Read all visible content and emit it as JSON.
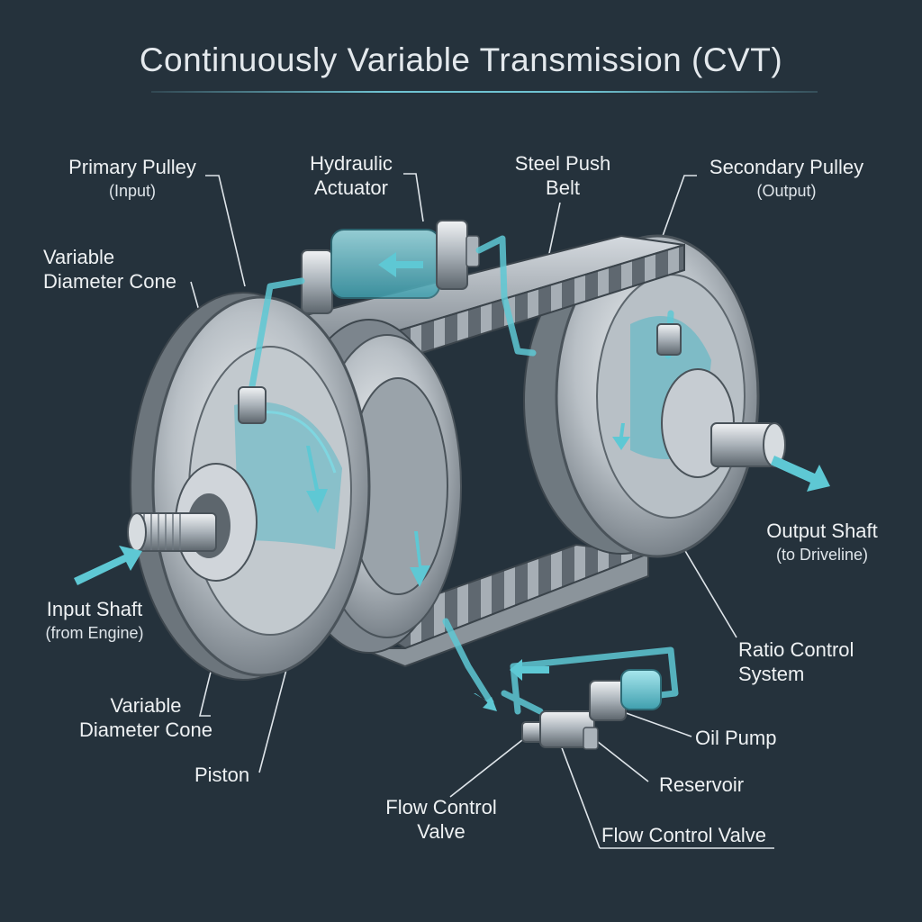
{
  "title": "Continuously Variable Transmission (CVT)",
  "labels": {
    "primary_pulley": {
      "line1": "Primary Pulley",
      "line2": "(Input)"
    },
    "hydraulic_actuator": {
      "line1": "Hydraulic",
      "line2": "Actuator"
    },
    "steel_push_belt": {
      "line1": "Steel Push",
      "line2": "Belt"
    },
    "secondary_pulley": {
      "line1": "Secondary Pulley",
      "line2": "(Output)"
    },
    "variable_cone_top": {
      "line1": "Variable",
      "line2": "Diameter Cone"
    },
    "input_shaft": {
      "line1": "Input Shaft",
      "line2": "(from Engine)"
    },
    "variable_cone_bottom": {
      "line1": "Variable",
      "line2": "Diameter Cone"
    },
    "piston": "Piston",
    "output_shaft": {
      "line1": "Output Shaft",
      "line2": "(to Driveline)"
    },
    "ratio_control": {
      "line1": "Ratio Control",
      "line2": "System"
    },
    "oil_pump": "Oil Pump",
    "reservoir": "Reservoir",
    "flow_valve_left": {
      "line1": "Flow Control",
      "line2": "Valve"
    },
    "flow_valve_right": "Flow Control Valve"
  },
  "colors": {
    "background": "#25323c",
    "metal": "#c9ced3",
    "metal_dark": "#7c858d",
    "fluid": "#5ec8d4",
    "text": "#eef1f3"
  }
}
